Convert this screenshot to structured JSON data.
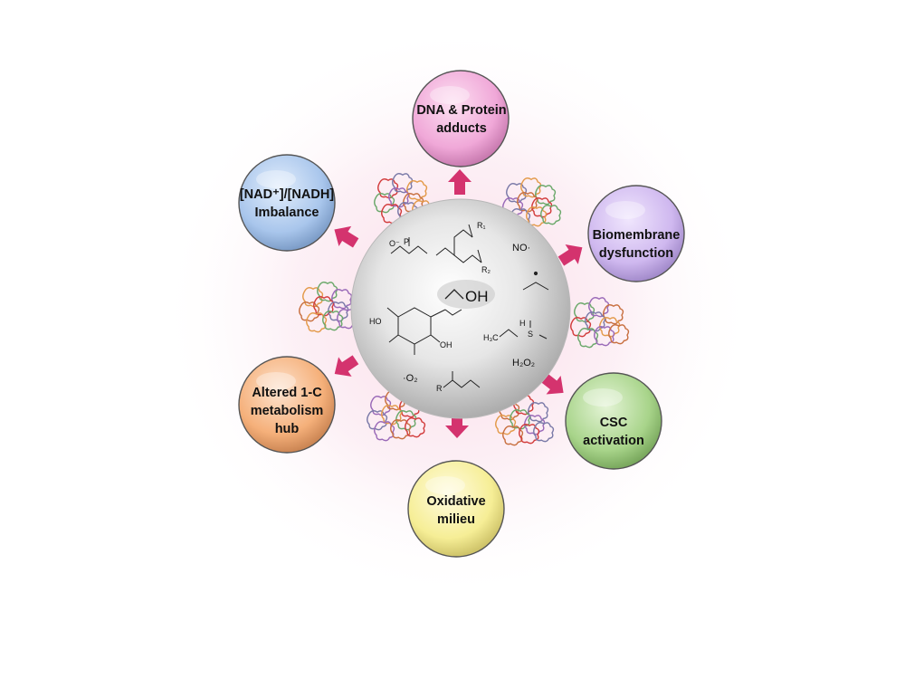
{
  "center": {
    "ethanol_label": "OH",
    "species": {
      "nitric_oxide": "NO·",
      "superoxide": "·O₂",
      "hydrogen_peroxide": "H₂O₂"
    },
    "molecule_labels": {
      "phospholipid_r1": "R₁",
      "phospholipid_r2": "R₂",
      "phospholipid_o_minus": "O⁻",
      "phospholipid_p": "P",
      "glucuronide_ho": "HO",
      "glucuronide_oh": "OH",
      "ester_r": "R",
      "sulfonate_s": "S",
      "sulfonate_h3c": "H₃C",
      "sulfonate_h": "H"
    }
  },
  "nodes": [
    {
      "id": "dna-protein-adducts",
      "lines": [
        "DNA & Protein",
        "adducts"
      ],
      "color": "#f0a8d8"
    },
    {
      "id": "biomembrane-dysfunction",
      "lines": [
        "Biomembrane",
        "dysfunction"
      ],
      "color": "#cfb8ef"
    },
    {
      "id": "csc-activation",
      "lines": [
        "CSC",
        "activation"
      ],
      "color": "#a8d48a"
    },
    {
      "id": "oxidative-milieu",
      "lines": [
        "Oxidative",
        "milieu"
      ],
      "color": "#f6ee96"
    },
    {
      "id": "altered-1c-metabolism-hub",
      "lines": [
        "Altered 1-C",
        "metabolism",
        "hub"
      ],
      "color": "#f5b07a"
    },
    {
      "id": "nad-nadh-imbalance",
      "lines": [
        "[NAD⁺]/[NADH]",
        "Imbalance"
      ],
      "color": "#a9c6ec"
    }
  ],
  "colors": {
    "arrow": "#d4336e",
    "center_sphere": "#d9d9d9",
    "halo": "#fbe6ef"
  }
}
